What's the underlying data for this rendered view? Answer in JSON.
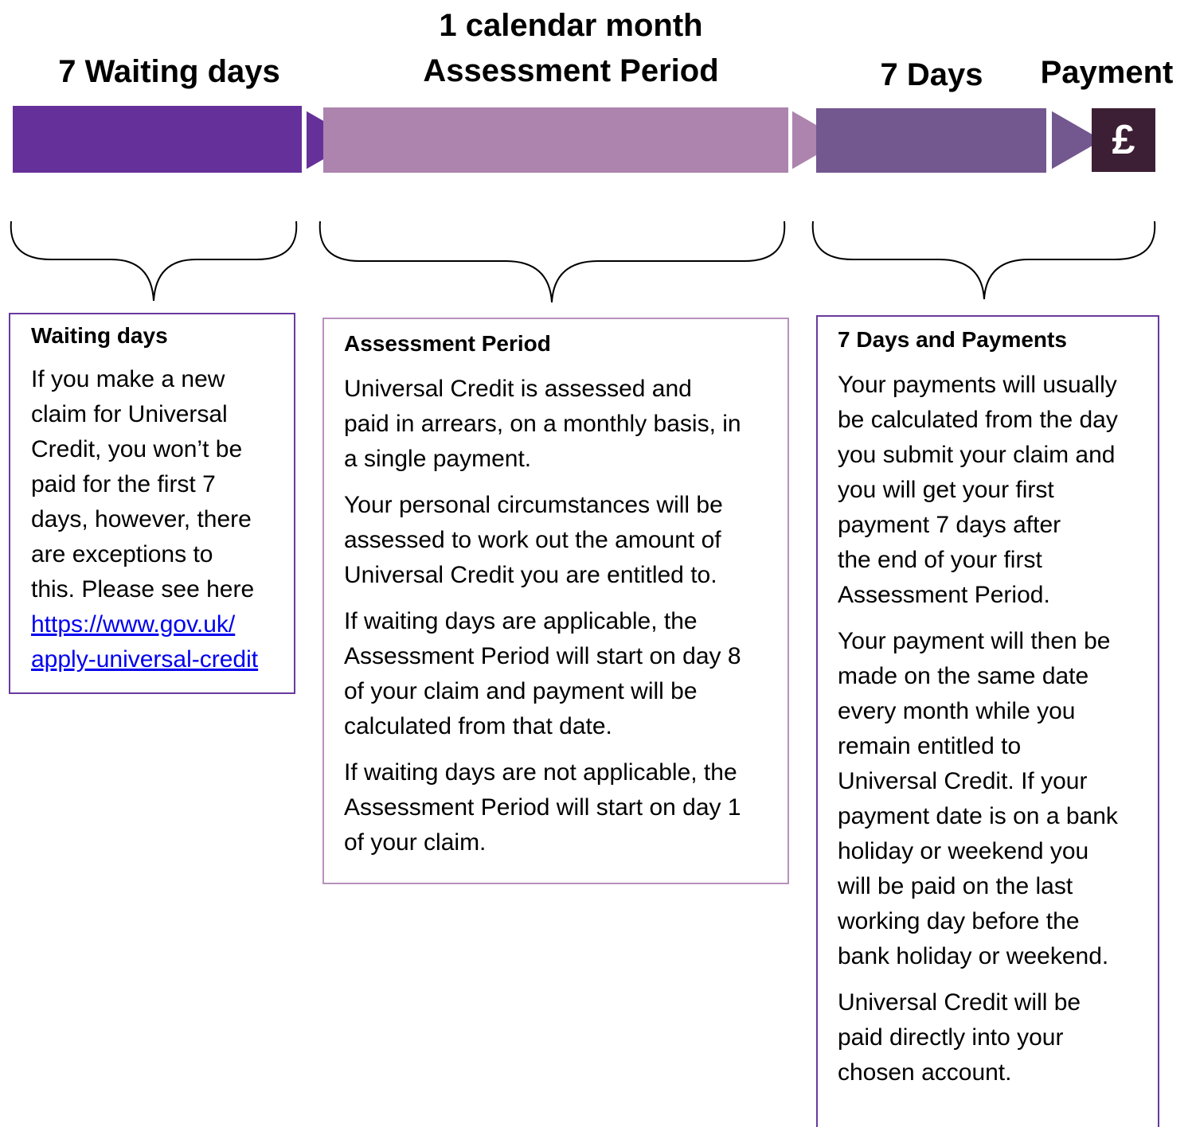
{
  "headers": {
    "waiting": "7 Waiting days",
    "assessment_line1": "1 calendar month",
    "assessment_line2": "Assessment Period",
    "seven_days": "7 Days",
    "payment": "Payment"
  },
  "colors": {
    "waiting_bar": "#66309a",
    "assessment_bar": "#ac84ad",
    "seven_days_bar": "#73578f",
    "payment_box": "#3d1f35",
    "box1_border": "#6a3a9e",
    "box2_border": "#b891bd",
    "box3_border": "#6a3a9e"
  },
  "icons": {
    "payment": "pound-sign-icon"
  },
  "payment_symbol": "£",
  "waiting_box": {
    "title": "Waiting days",
    "body_lines": [
      "If you make a new",
      "claim for Universal",
      "Credit, you won’t be",
      "paid for the first 7",
      "days, however, there",
      "are exceptions to",
      "this. Please see here"
    ],
    "link_lines": [
      "https://www.gov.uk/",
      "apply-universal-credit"
    ]
  },
  "assessment_box": {
    "title": "Assessment Period",
    "paragraphs": [
      [
        "Universal Credit is assessed and",
        "paid in arrears, on a monthly basis, in",
        "a single payment."
      ],
      [
        "Your personal circumstances will be",
        "assessed to work out the amount of",
        "Universal Credit you are entitled to."
      ],
      [
        "If waiting days are applicable, the",
        "Assessment Period will start on day 8",
        "of your claim and payment will be",
        "calculated from that date."
      ],
      [
        "If waiting days are not applicable, the",
        "Assessment Period will start on day 1",
        "of your claim."
      ]
    ]
  },
  "payments_box": {
    "title": "7 Days and Payments",
    "paragraphs": [
      [
        "Your payments will usually",
        "be calculated from the day",
        "you submit your claim and",
        "you will get your first",
        "payment 7 days after",
        "the end of your first",
        "Assessment Period."
      ],
      [
        "Your payment will then be",
        "made on the same date",
        "every month while you",
        "remain entitled to",
        "Universal Credit. If your",
        "payment date is on a bank",
        "holiday or weekend you",
        "will be paid on the last",
        "working day before the",
        "bank holiday or weekend."
      ],
      [
        "Universal Credit will be",
        "paid directly into your",
        "chosen account."
      ]
    ]
  }
}
